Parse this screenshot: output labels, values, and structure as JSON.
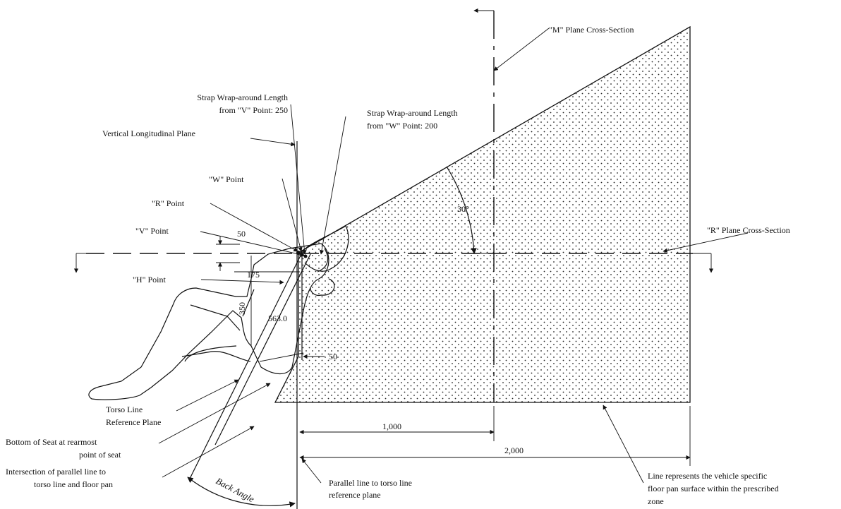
{
  "labels": {
    "m_plane": "\"M\" Plane Cross-Section",
    "strap_v_line1": "Strap Wrap-around Length",
    "strap_v_line2": "from \"V\" Point:  250",
    "strap_w_line1": "Strap Wrap-around Length",
    "strap_w_line2": "from \"W\" Point:  200",
    "vertical_plane": "Vertical Longitudinal Plane",
    "w_point": "\"W\" Point",
    "r_point": "\"R\" Point",
    "v_point": "\"V\" Point",
    "h_point": "\"H\" Point",
    "r_plane": "\"R\" Plane Cross-Section",
    "angle_30": "30°",
    "dim_50_top": "50",
    "dim_175": "175",
    "dim_350": "350",
    "dim_563": "563.0",
    "dim_50_bottom": "50",
    "dim_1000": "1,000",
    "dim_2000": "2,000",
    "torso_line1": "Torso Line",
    "torso_line2": "Reference Plane",
    "bottom_seat_line1": "Bottom of Seat at rearmost",
    "bottom_seat_line2": "point of seat",
    "intersection_line1": "Intersection of parallel line to",
    "intersection_line2": "torso line and floor pan",
    "back_angle": "Back Angle",
    "parallel_line1": "Parallel line to torso line",
    "parallel_line2": "reference plane",
    "floor_line1": "Line represents the vehicle specific",
    "floor_line2": "floor pan surface within the prescribed",
    "floor_line3": "zone"
  }
}
